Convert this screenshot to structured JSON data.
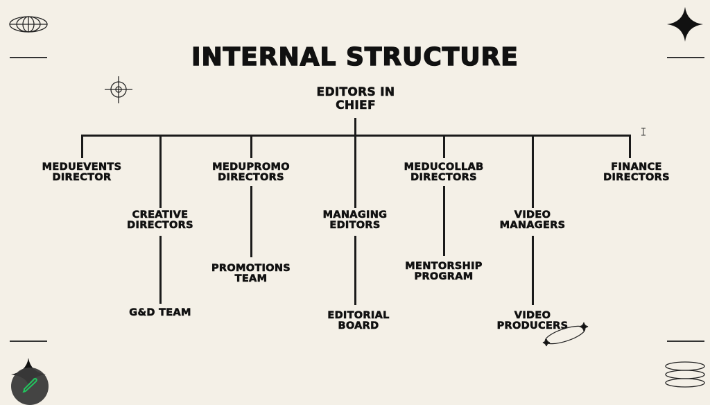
{
  "title": "INTERNAL STRUCTURE",
  "root": "EDITORS IN\nCHIEF",
  "nodes": {
    "medu_events": "MEDUEVENTS\nDIRECTOR",
    "creative": "CREATIVE\nDIRECTORS",
    "gd_team": "G&D TEAM",
    "medupromo": "MEDUPROMO\nDIRECTORS",
    "promotions": "PROMOTIONS\nTEAM",
    "managing": "MANAGING\nEDITORS",
    "editorial": "EDITORIAL\nBOARD",
    "meducollab": "MEDUCOLLAB\nDIRECTORS",
    "mentorship": "MENTORSHIP\nPROGRAM",
    "video_managers": "VIDEO\nMANAGERS",
    "video_producers": "VIDEO\nPRODUCERS",
    "finance": "FINANCE\nDIRECTORS"
  },
  "colors": {
    "background": "#f4f0e7",
    "ink": "#111111",
    "accent": "#22c55e"
  }
}
